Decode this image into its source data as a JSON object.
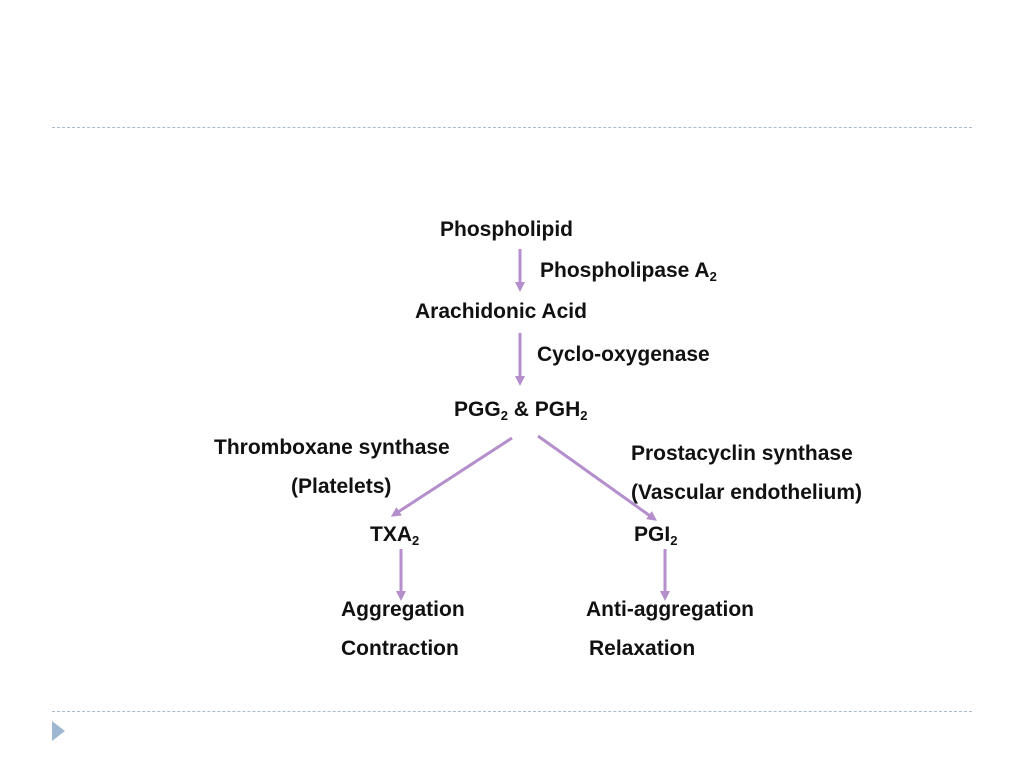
{
  "diagram": {
    "phospholipid": "Phospholipid",
    "phospholipase": {
      "text": "Phospholipase A",
      "sub": "2"
    },
    "arachidonic_acid": "Arachidonic Acid",
    "cyclooxygenase": "Cyclo-oxygenase",
    "pgg_pgh": {
      "part1": "PGG",
      "sub1": "2",
      "part2": " & PGH",
      "sub2": "2"
    },
    "thromboxane_synthase": "Thromboxane synthase",
    "platelets": "(Platelets)",
    "prostacyclin_synthase": "Prostacyclin synthase",
    "vascular_endothelium": "(Vascular endothelium)",
    "txa": {
      "text": "TXA",
      "sub": "2"
    },
    "pgi": {
      "text": "PGI",
      "sub": "2"
    },
    "aggregation": "Aggregation",
    "contraction": "Contraction",
    "anti_aggregation": "Anti-aggregation",
    "relaxation": "Relaxation"
  },
  "colors": {
    "arrow": "#b48fcc",
    "divider": "#a9bccb",
    "marker": "#9fb7d0"
  }
}
